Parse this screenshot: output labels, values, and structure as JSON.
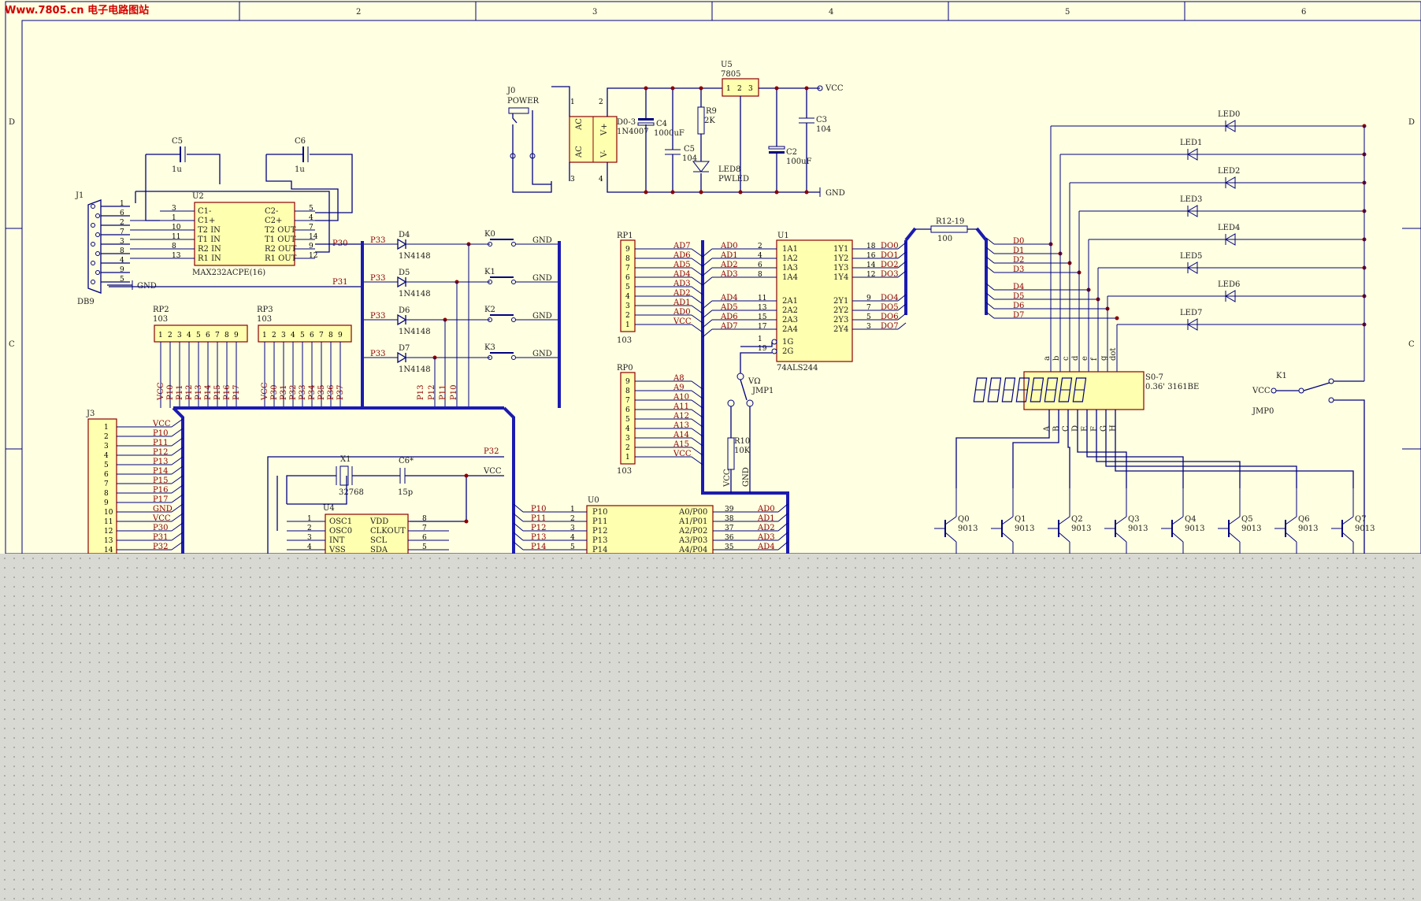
{
  "watermark": "Www.7805.cn 电子电路图站",
  "border": {
    "columns": [
      "2",
      "3",
      "4",
      "5",
      "6"
    ],
    "rows": [
      "D",
      "C"
    ]
  },
  "power_supply": {
    "jack_ref": "J0",
    "jack_name": "POWER",
    "bridge_ref": "D0-3",
    "bridge_value": "1N4007",
    "bridge_ac": "AC",
    "bridge_vplus": "V+",
    "bridge_vminus": "V-",
    "c4": "C4",
    "c4_value": "1000uF",
    "c5": "C5",
    "c5_value": "104",
    "r9": "R9",
    "r9_value": "2K",
    "led8": "LED8",
    "led8_value": "PWLED",
    "u5": "U5",
    "u5_value": "7805",
    "c2": "C2",
    "c2_value": "100uF",
    "c3": "C3",
    "c3_value": "104",
    "vcc": "VCC",
    "gnd": "GND"
  },
  "serial": {
    "connector_ref": "J1",
    "connector_name": "DB9",
    "db9_pins": [
      "1",
      "6",
      "2",
      "7",
      "3",
      "8",
      "4",
      "9",
      "5"
    ],
    "gnd": "GND",
    "u2_ref": "U2",
    "u2_name": "MAX232ACPE(16)",
    "u2_left": [
      "C1-",
      "C1+",
      "T2 IN",
      "T1 IN",
      "R2 IN",
      "R1 IN"
    ],
    "u2_left_nums": [
      "3",
      "1",
      "10",
      "11",
      "8",
      "13"
    ],
    "u2_right": [
      "C2-",
      "C2+",
      "T2 OUT",
      "T1 OUT",
      "R2 OUT",
      "R1 OUT"
    ],
    "u2_right_nums": [
      "5",
      "4",
      "7",
      "14",
      "9",
      "12"
    ],
    "c5": "C5",
    "c5_value": "1u",
    "c6": "C6",
    "c6_value": "1u",
    "p30": "P30",
    "p31": "P31"
  },
  "resistor_packs": {
    "rp2": "RP2",
    "rp2_value": "103",
    "rp3": "RP3",
    "rp3_value": "103",
    "pins": [
      "1",
      "2",
      "3",
      "4",
      "5",
      "6",
      "7",
      "8",
      "9"
    ],
    "rp2_nets": [
      "VCC",
      "P10",
      "P11",
      "P12",
      "P13",
      "P14",
      "P15",
      "P16",
      "P17"
    ],
    "rp3_nets": [
      "VCC",
      "P30",
      "P31",
      "P32",
      "P33",
      "P34",
      "P35",
      "P36",
      "P37"
    ]
  },
  "keys": {
    "rows": [
      {
        "net": "P33",
        "diode": "D4",
        "diode_value": "1N4148",
        "key": "K0",
        "gnd": "GND"
      },
      {
        "net": "P33",
        "diode": "D5",
        "diode_value": "1N4148",
        "key": "K1",
        "gnd": "GND"
      },
      {
        "net": "P33",
        "diode": "D6",
        "diode_value": "1N4148",
        "key": "K2",
        "gnd": "GND"
      },
      {
        "net": "P33",
        "diode": "D7",
        "diode_value": "1N4148",
        "key": "K3",
        "gnd": "GND"
      }
    ],
    "bottom_nets": [
      "P13",
      "P12",
      "P11",
      "P10"
    ]
  },
  "bus_buffer": {
    "rp1": "RP1",
    "rp1_value": "103",
    "rp1_pins": [
      "9",
      "8",
      "7",
      "6",
      "5",
      "4",
      "3",
      "2",
      "1"
    ],
    "rp1_nets": [
      "AD7",
      "AD6",
      "AD5",
      "AD4",
      "AD3",
      "AD2",
      "AD1",
      "AD0",
      "VCC"
    ],
    "rp0": "RP0",
    "rp0_value": "103",
    "rp0_pins": [
      "9",
      "8",
      "7",
      "6",
      "5",
      "4",
      "3",
      "2",
      "1"
    ],
    "rp0_nets": [
      "A8",
      "A9",
      "A10",
      "A11",
      "A12",
      "A13",
      "A14",
      "A15",
      "VCC"
    ],
    "u1_ref": "U1",
    "u1_name": "74ALS244",
    "u1_in_nets": [
      "AD0",
      "AD1",
      "AD2",
      "AD3",
      "AD4",
      "AD5",
      "AD6",
      "AD7"
    ],
    "u1_in_nums": [
      "2",
      "4",
      "6",
      "8",
      "11",
      "13",
      "15",
      "17"
    ],
    "u1_in_pins": [
      "1A1",
      "1A2",
      "1A3",
      "1A4",
      "2A1",
      "2A2",
      "2A3",
      "2A4"
    ],
    "u1_out_pins": [
      "1Y1",
      "1Y2",
      "1Y3",
      "1Y4",
      "2Y1",
      "2Y2",
      "2Y3",
      "2Y4"
    ],
    "u1_out_nums": [
      "18",
      "16",
      "14",
      "12",
      "9",
      "7",
      "5",
      "3"
    ],
    "u1_out_nets": [
      "DO0",
      "DO1",
      "DO2",
      "DO3",
      "DO4",
      "DO5",
      "DO6",
      "DO7"
    ],
    "u1_oe": [
      "1G",
      "2G"
    ],
    "u1_oe_nums": [
      "1",
      "19"
    ],
    "jmp1": "JMP1",
    "jmp1_label": "VΩ",
    "r10": "R10",
    "r10_value": "10K",
    "vcc": "VCC",
    "gnd": "GND"
  },
  "display": {
    "r_ref": "R12-19",
    "r_value": "100",
    "d_nets": [
      "D0",
      "D1",
      "D2",
      "D3",
      "D4",
      "D5",
      "D6",
      "D7"
    ],
    "leds": [
      "LED0",
      "LED1",
      "LED2",
      "LED3",
      "LED4",
      "LED5",
      "LED6",
      "LED7"
    ],
    "seg_ref": "S0-7",
    "seg_value": "0.36' 3161BE",
    "seg_top": [
      "a",
      "b",
      "c",
      "d",
      "e",
      "f",
      "g",
      "dot"
    ],
    "seg_bottom": [
      "A",
      "B",
      "C",
      "D",
      "E",
      "F",
      "G",
      "H"
    ],
    "k1": "K1",
    "jmp0": "JMP0",
    "vcc": "VCC",
    "transistors": [
      "Q0",
      "Q1",
      "Q2",
      "Q3",
      "Q4",
      "Q5",
      "Q6",
      "Q7"
    ],
    "transistor_value": "9013"
  },
  "mcu_section": {
    "j3": "J3",
    "j3_pins": [
      "1",
      "2",
      "3",
      "4",
      "5",
      "6",
      "7",
      "8",
      "9",
      "10",
      "11",
      "12",
      "13",
      "14"
    ],
    "j3_nets": [
      "VCC",
      "P10",
      "P11",
      "P12",
      "P13",
      "P14",
      "P15",
      "P16",
      "P17",
      "GND",
      "VCC",
      "P30",
      "P31",
      "P32"
    ],
    "p32": "P32",
    "x1": "X1",
    "x1_value": "32768",
    "c6": "C6*",
    "c6_value": "15p",
    "vcc": "VCC",
    "u4_ref": "U4",
    "u4_left": [
      "OSC1",
      "OSC0",
      "INT",
      "VSS"
    ],
    "u4_left_nums": [
      "1",
      "2",
      "3",
      "4"
    ],
    "u4_right": [
      "VDD",
      "CLKOUT",
      "SCL",
      "SDA"
    ],
    "u4_right_nums": [
      "8",
      "7",
      "6",
      "5"
    ],
    "u0_ref": "U0",
    "u0_left_nets": [
      "P10",
      "P11",
      "P12",
      "P13",
      "P14"
    ],
    "u0_left_nums": [
      "1",
      "2",
      "3",
      "4",
      "5"
    ],
    "u0_pins": [
      "P10",
      "P11",
      "P12",
      "P13",
      "P14"
    ],
    "u0_right_pins": [
      "A0/P00",
      "A1/P01",
      "A2/P02",
      "A3/P03",
      "A4/P04"
    ],
    "u0_right_nums": [
      "39",
      "38",
      "37",
      "36",
      "35"
    ],
    "u0_right_nets": [
      "AD0",
      "AD1",
      "AD2",
      "AD3",
      "AD4"
    ]
  }
}
